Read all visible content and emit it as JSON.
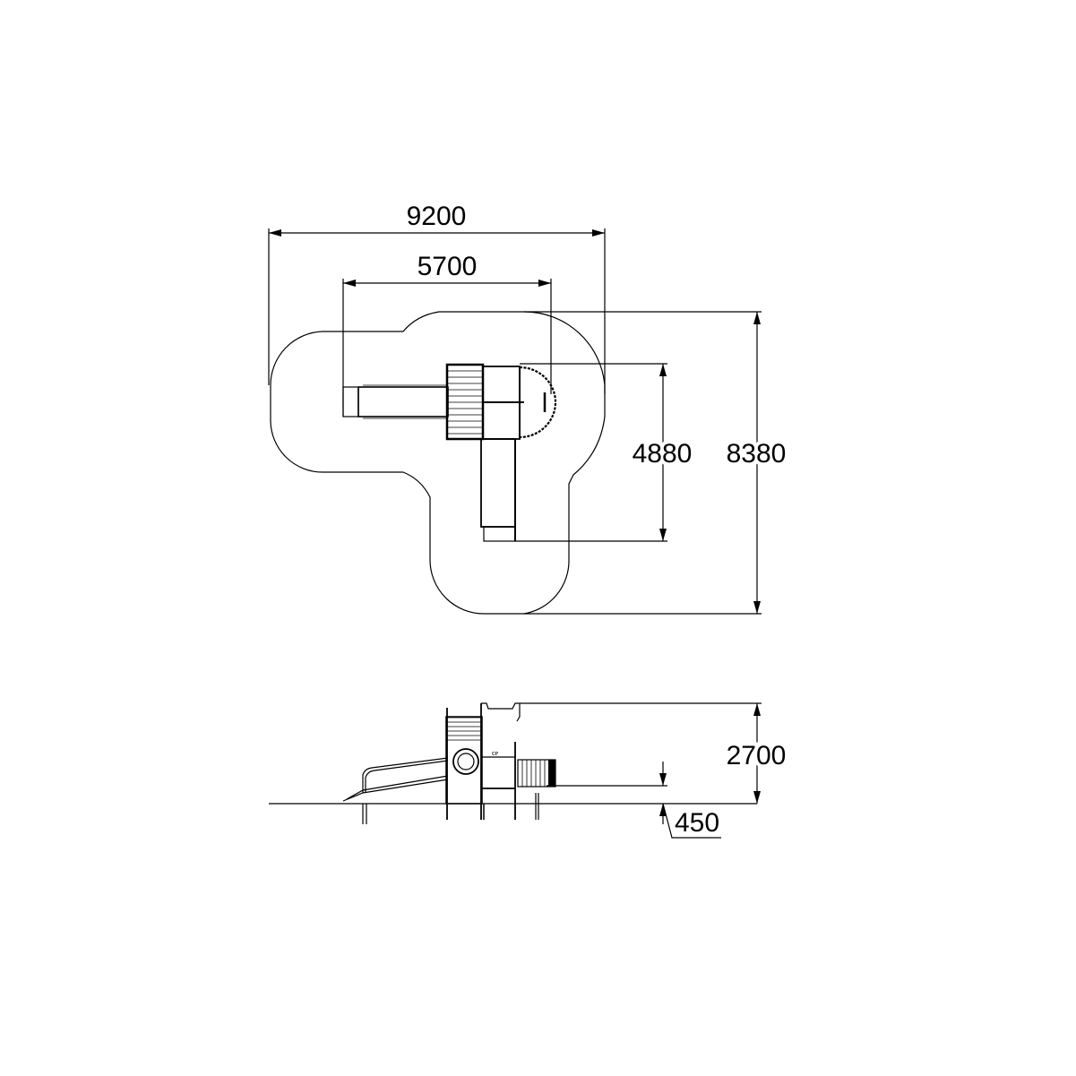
{
  "drawing": {
    "plan_view": {
      "dimensions": {
        "overall_width": "9200",
        "equipment_width": "5700",
        "equipment_depth": "4880",
        "overall_depth": "8380"
      }
    },
    "elevation_view": {
      "dimensions": {
        "overall_height": "2700",
        "platform_height": "450"
      }
    },
    "colors": {
      "line": "#000000",
      "background": "#ffffff"
    }
  }
}
